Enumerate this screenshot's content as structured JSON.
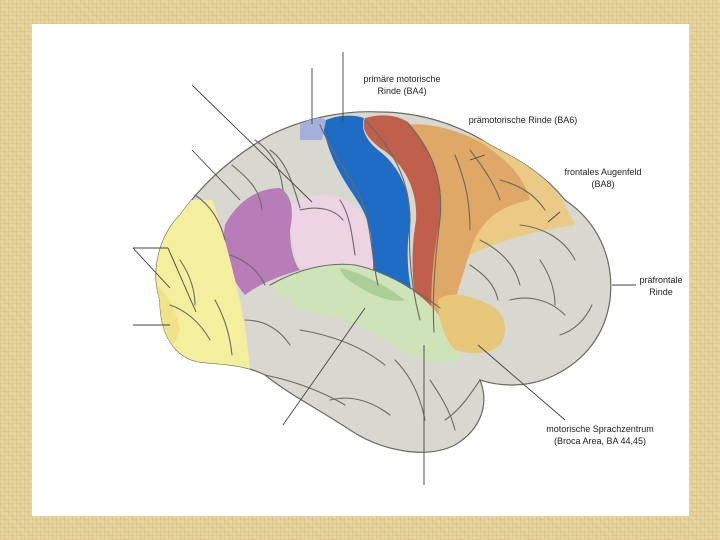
{
  "labels": {
    "primary_motor": [
      "primäre motorische",
      "Rinde (BA4)"
    ],
    "premotor": [
      "prämotorische Rinde (BA6)"
    ],
    "frontal_eye": [
      "frontales Augenfeld",
      "(BA8)"
    ],
    "prefrontal": [
      "präfrontale",
      "Rinde"
    ],
    "broca": [
      "motorische Sprachzentrum",
      "(Broca Area, BA 44,45)"
    ]
  },
  "colors": {
    "background_frame": "#e6d39a",
    "slide": "#ffffff",
    "brain_base": "#d9d8d0",
    "brain_outline": "#6a6a62",
    "primary_motor_cortex": "#1f6cc4",
    "premotor_cortex": "#c0604c",
    "frontal_eye_field": "#dfa866",
    "frontal_light": "#ecc97c",
    "prefrontal": "#d8d7cf",
    "broca_area": "#e7c77a",
    "somatosensory_cortex": "#ecd4e2",
    "parietal_association": "#b87cb8",
    "visual_cortex": "#f3ef9e",
    "auditory_cortex": "#cfe3b8",
    "supplementary_motor": "#a6aedc"
  }
}
